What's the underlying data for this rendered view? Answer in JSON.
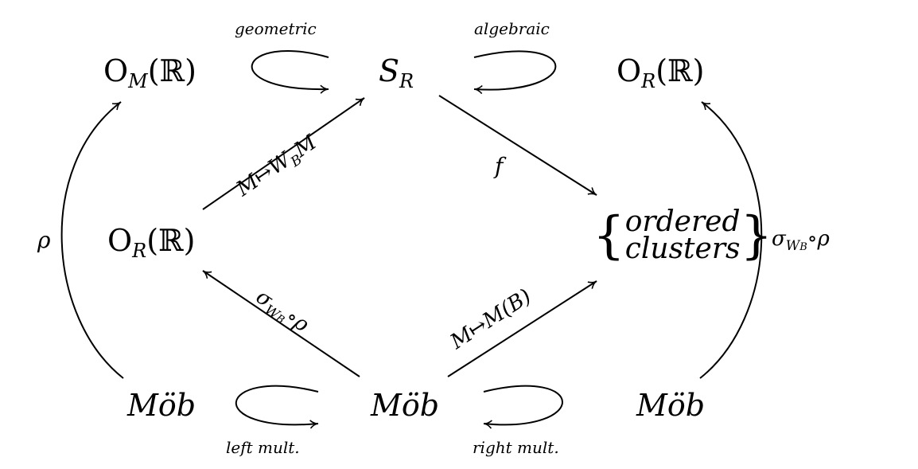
{
  "nodes": {
    "top_left": {
      "base": "O",
      "sub": "M",
      "arg": "(ℝ)"
    },
    "top_center": {
      "base": "S",
      "sub": "R"
    },
    "top_right": {
      "base": "O",
      "sub": "R",
      "arg": "(ℝ)"
    },
    "mid_left": {
      "base": "O",
      "sub": "R",
      "arg": "(ℝ)"
    },
    "mid_right": {
      "line1": "ordered",
      "line2": "clusters",
      "lbrace": "{",
      "rbrace": "}"
    },
    "bottom_left": "Möb",
    "bottom_center": "Möb",
    "bottom_right": "Möb"
  },
  "loops": {
    "geometric": "geometric",
    "algebraic": "algebraic",
    "left_mult": "left mult.",
    "right_mult": "right mult."
  },
  "edges": {
    "rho_left": "ρ",
    "f": "f",
    "wbm_map": {
      "pre": "M↦W",
      "sub": "B",
      "post": "M"
    },
    "sigma_rho_mid": {
      "sigma": "σ",
      "sub1": "W",
      "sub2": "B",
      "post": "∘ρ"
    },
    "mb_map": "M↦M(B)",
    "sigma_rho_right": {
      "sigma": "σ",
      "sub1": "W",
      "sub2": "B",
      "post": "∘ρ"
    }
  }
}
